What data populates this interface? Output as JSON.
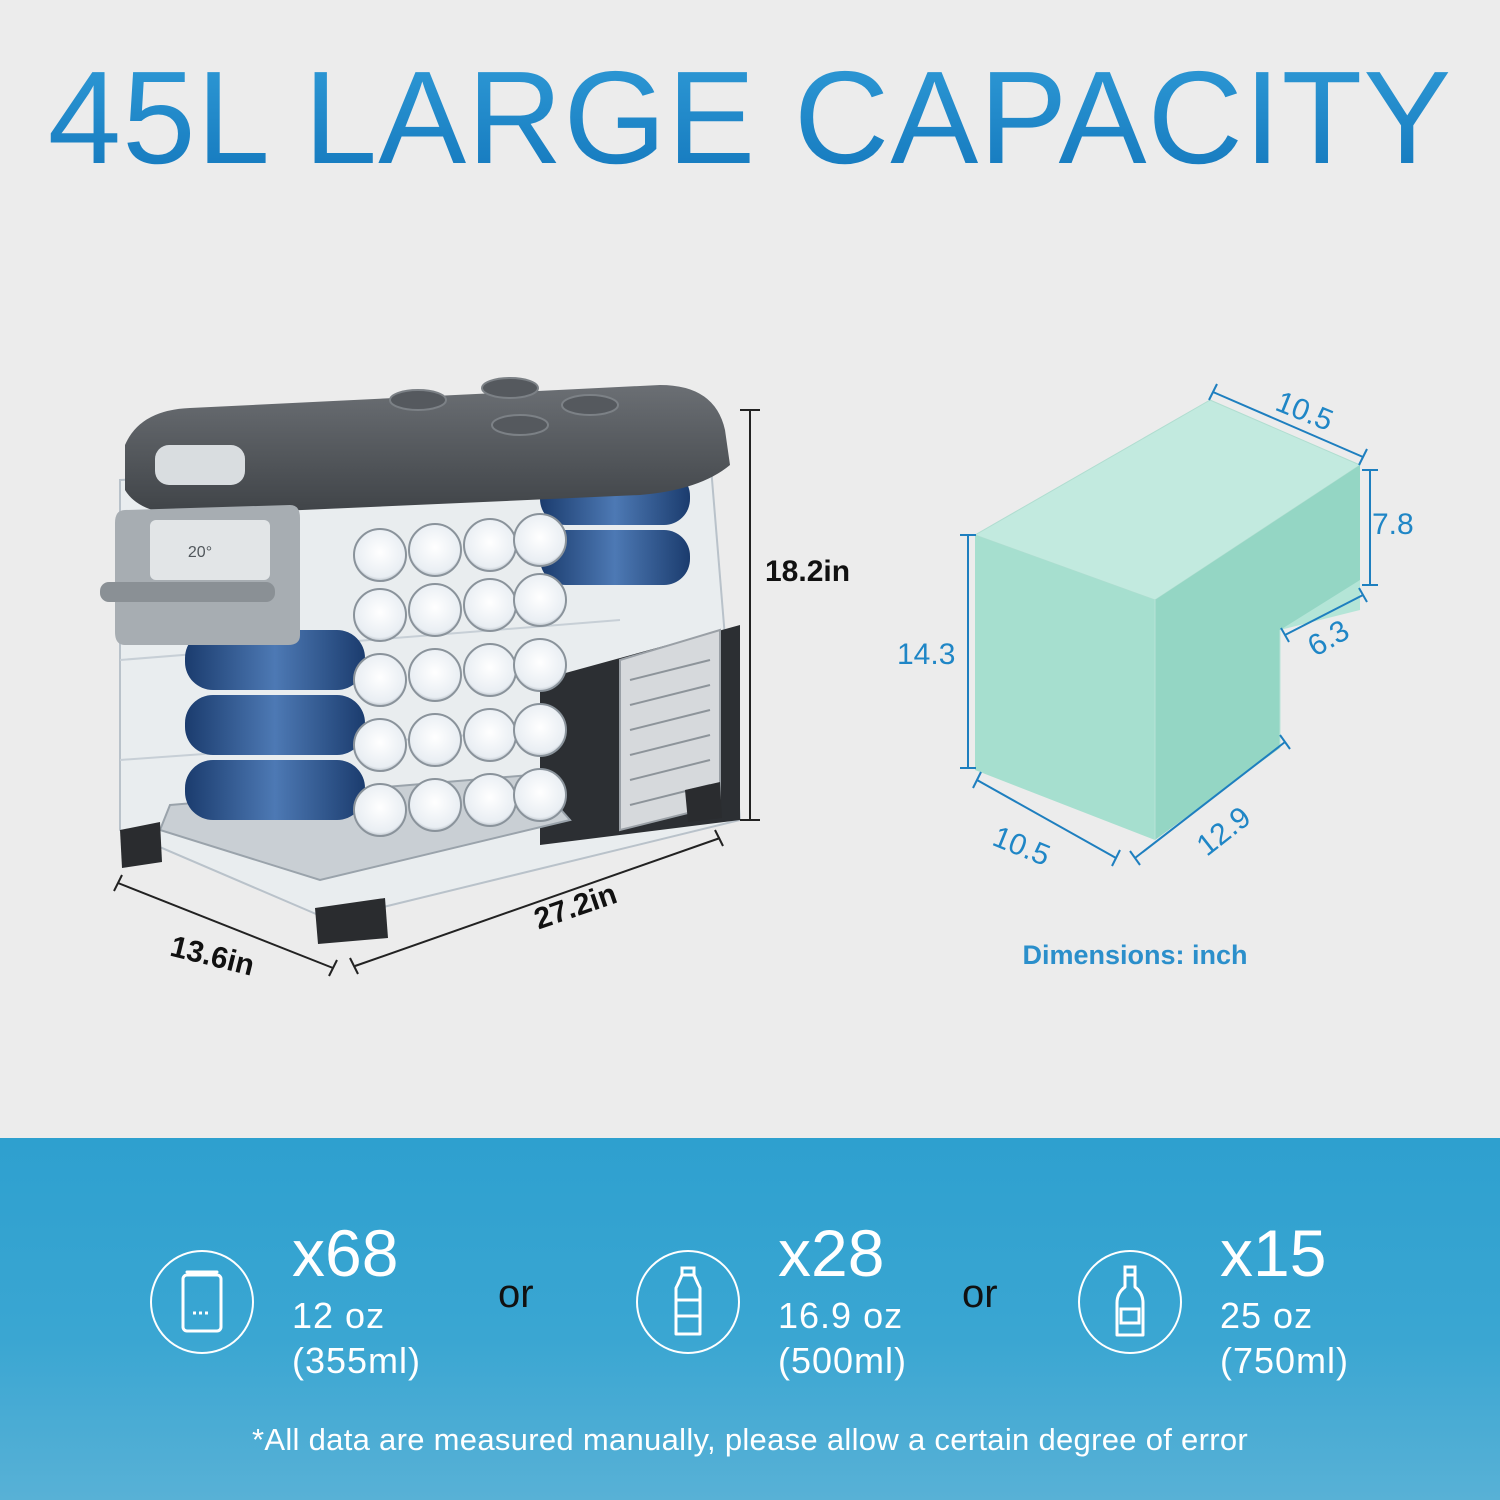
{
  "headline": "45L LARGE CAPACITY",
  "fridge_dimensions": {
    "height": "18.2in",
    "width": "27.2in",
    "depth": "13.6in"
  },
  "interior_space": {
    "top_depth": "10.5",
    "step_height": "7.8",
    "step_depth": "6.3",
    "full_height": "14.3",
    "bottom_depth": "10.5",
    "bottom_width": "12.9",
    "units_note": "Dimensions: inch"
  },
  "capacity": [
    {
      "icon": "can-icon",
      "count": "x68",
      "size": "12 oz",
      "volume": "(355ml)"
    },
    {
      "icon": "water-bottle-icon",
      "count": "x28",
      "size": "16.9 oz",
      "volume": "(500ml)"
    },
    {
      "icon": "wine-bottle-icon",
      "count": "x15",
      "size": "25 oz",
      "volume": "(750ml)"
    }
  ],
  "separator": "or",
  "footnote": "*All data are measured manually, please allow a certain degree of error",
  "colors": {
    "accent": "#1f86c6",
    "band": "#3aa6d2",
    "cube": "#a8e0d0",
    "background": "#ececec"
  }
}
